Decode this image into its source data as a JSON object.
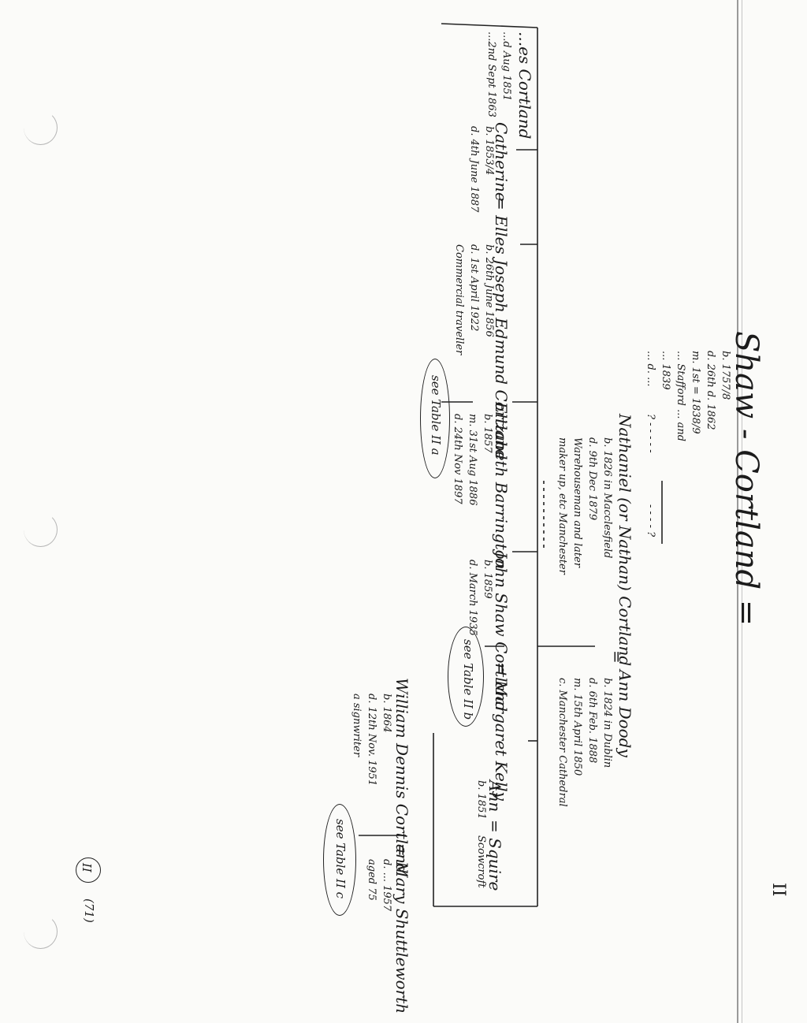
{
  "header": {
    "title": "Shaw - Cortland",
    "table_numeral": "II"
  },
  "root": {
    "name": "Shaw - Cortland =",
    "details": [
      "b. 1757/8",
      "d. 26th d. 1862",
      "m. 1st = 1838/9",
      "... Stafford ... and",
      "... 1839",
      "... d. ..."
    ]
  },
  "uncertain_link": {
    "left": "? - - - - -",
    "right": "- - - - ?"
  },
  "parents": {
    "father": {
      "name": "Nathaniel (or Nathan) Cortland",
      "details": [
        "b. 1826 in Macclesfield",
        "d. 9th Dec 1879",
        "Warehouseman and later",
        "maker up, etc Manchester"
      ]
    },
    "mother": {
      "name": "Ann Doody",
      "details": [
        "b. 1824 in Dublin",
        "d. 6th Feb. 1888",
        "m. 15th April 1850",
        "c. Manchester Cathedral"
      ]
    },
    "marriage_sign": "="
  },
  "children": [
    {
      "name": "Catherine",
      "prefix": "... Cortland",
      "details": [
        "b. 1853/4",
        "d. 4th June 1887"
      ],
      "spouse": {
        "name": "= Elles Joseph Edmund Cortland",
        "details": [
          "b. 26th June 1856",
          "d. 1st April 1922",
          "Commercial traveller"
        ]
      }
    },
    {
      "name": "Elizabeth Barrington",
      "prefix": "=",
      "details": [
        "b. 1857",
        "m. 31st Aug 1886",
        "d. 24th Nov 1897"
      ],
      "note": "see Table II a"
    },
    {
      "name": "John Shaw Cortland",
      "details": [
        "b. 1859",
        "d. March 1935"
      ],
      "spouse": {
        "name": "= Margaret Kelly"
      },
      "note": "see Table II b"
    },
    {
      "name": "Ann",
      "details": [
        "b. 1851"
      ],
      "spouse": {
        "name": "= Squire",
        "details": [
          "Scowcroft"
        ]
      }
    },
    {
      "name": "William Dennis Cortland",
      "details": [
        "b. 1864",
        "d. 12th Nov. 1951",
        "a signwriter"
      ],
      "spouse": {
        "name": "= Mary Shuttleworth",
        "details": [
          "d. ... 1957",
          "aged 75"
        ]
      },
      "note": "see Table II c"
    }
  ],
  "left_column": {
    "lines": [
      "...es Cortland",
      "...d Aug 1851",
      "...2nd Sept 1863"
    ]
  },
  "footer": {
    "circled_number": "II",
    "page_ref": "(71)"
  }
}
